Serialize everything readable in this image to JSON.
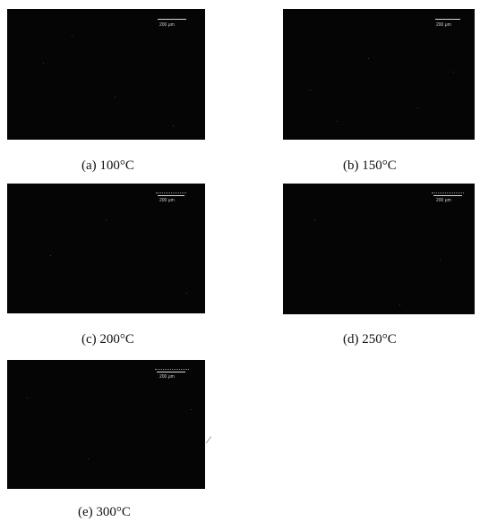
{
  "figure": {
    "panels": [
      {
        "id": "a",
        "caption": "(a) 100°C",
        "scale_label": "200 μm"
      },
      {
        "id": "b",
        "caption": "(b) 150°C",
        "scale_label": "200 μm"
      },
      {
        "id": "c",
        "caption": "(c) 200°C",
        "scale_label": "200 μm"
      },
      {
        "id": "d",
        "caption": "(d) 250°C",
        "scale_label": "200 μm"
      },
      {
        "id": "e",
        "caption": "(e) 300°C",
        "scale_label": "200 μm"
      }
    ]
  }
}
